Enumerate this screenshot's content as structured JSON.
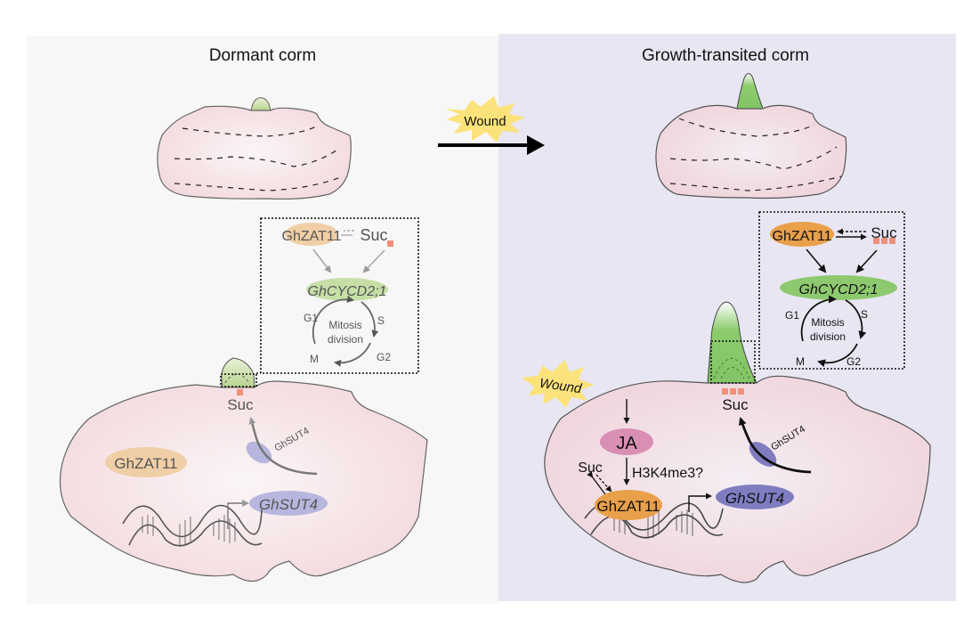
{
  "panels": {
    "left": {
      "title": "Dormant corm",
      "background": "#f7f7f7",
      "inset": {
        "gene_zat": "GhZAT11",
        "suc": "Suc",
        "cycd": "GhCYCD2;1",
        "cycle_center_line1": "Mitosis",
        "cycle_center_line2": "division",
        "phases": {
          "g1": "G1",
          "s": "S",
          "g2": "G2",
          "m": "M"
        }
      },
      "corm": {
        "suc": "Suc",
        "transporter": "GhSUT4",
        "zat": "GhZAT11",
        "sut_gene": "GhSUT4"
      },
      "suc_blocks": 1,
      "style": "faded"
    },
    "right": {
      "title": "Growth-transited corm",
      "background": "#e8e6f2",
      "inset": {
        "gene_zat": "GhZAT11",
        "suc": "Suc",
        "cycd": "GhCYCD2;1",
        "cycle_center_line1": "Mitosis",
        "cycle_center_line2": "division",
        "phases": {
          "g1": "G1",
          "s": "S",
          "g2": "G2",
          "m": "M"
        }
      },
      "corm": {
        "wound": "Wound",
        "ja": "JA",
        "histone": "H3K4me3?",
        "suc_side": "Suc",
        "zat": "GhZAT11",
        "sut_gene": "GhSUT4",
        "suc": "Suc",
        "transporter": "GhSUT4"
      },
      "suc_blocks": 3,
      "style": "active"
    }
  },
  "transition": {
    "label": "Wound"
  },
  "colors": {
    "zat_faded": "#f0cfa6",
    "zat_active": "#e9a04a",
    "cycd_faded": "#c6dfa6",
    "cycd_active": "#8dc96f",
    "sut_faded": "#b7b6de",
    "sut_active": "#7f7dc0",
    "ja": "#d98fb3",
    "suc_block": "#f0907a",
    "burst": "#fbe27a",
    "corm_fill": "#f5dde1"
  }
}
